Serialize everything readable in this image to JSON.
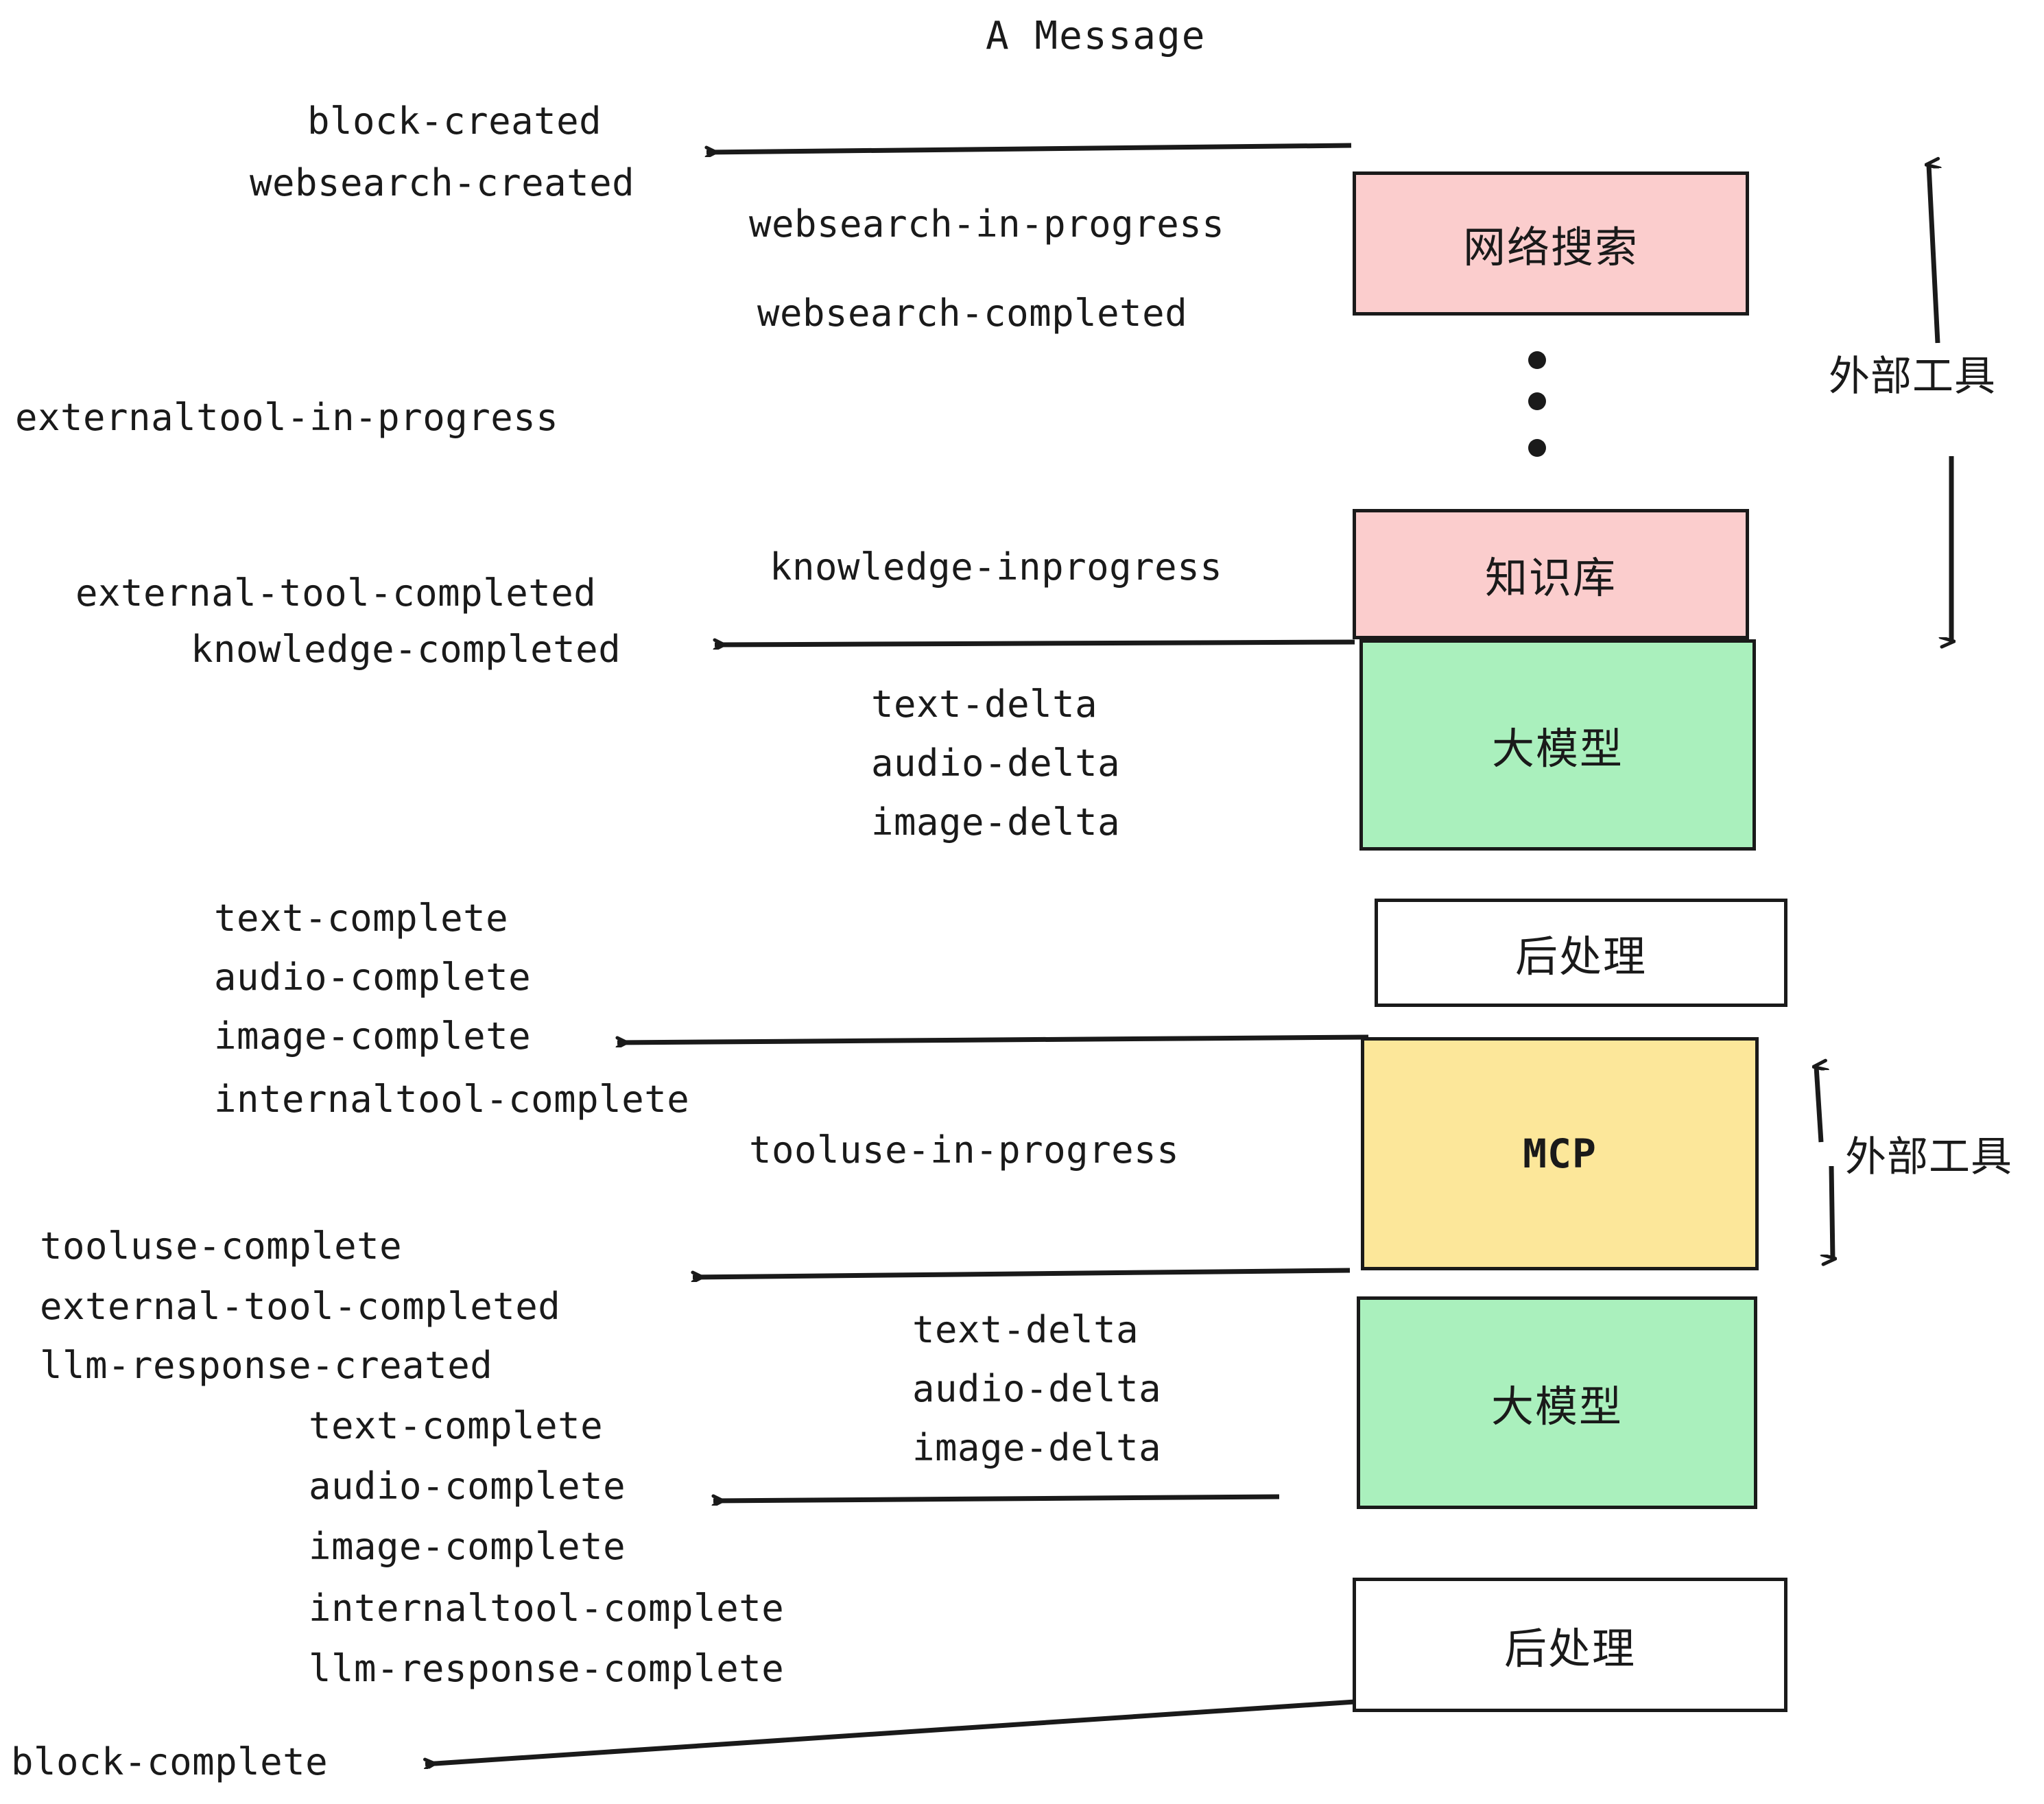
{
  "title": "A Message",
  "colors": {
    "pink": "#fbcdcd",
    "green": "#aaf0bd",
    "yellow": "#fce79a",
    "white": "#ffffff",
    "stroke": "#1a1a1a",
    "text": "#1a1a1a"
  },
  "nodes": [
    {
      "id": "websearch",
      "label": "网络搜索",
      "fill": "pink",
      "mono": false
    },
    {
      "id": "knowledge",
      "label": "知识库",
      "fill": "pink",
      "mono": false
    },
    {
      "id": "llm-top",
      "label": "大模型",
      "fill": "green",
      "mono": false
    },
    {
      "id": "post-top",
      "label": "后处理",
      "fill": "white",
      "mono": false
    },
    {
      "id": "mcp",
      "label": "MCP",
      "fill": "yellow",
      "mono": true
    },
    {
      "id": "llm-bottom",
      "label": "大模型",
      "fill": "green",
      "mono": false
    },
    {
      "id": "post-bottom",
      "label": "后处理",
      "fill": "white",
      "mono": false
    }
  ],
  "side_labels": [
    {
      "id": "external-tool-top",
      "text": "外部工具"
    },
    {
      "id": "external-tool-bottom",
      "text": "外部工具"
    }
  ],
  "events": [
    {
      "id": "block-created",
      "text": "block-created"
    },
    {
      "id": "websearch-created",
      "text": "websearch-created"
    },
    {
      "id": "websearch-in-progress",
      "text": "websearch-in-progress"
    },
    {
      "id": "websearch-completed",
      "text": "websearch-completed"
    },
    {
      "id": "externaltool-in-progress",
      "text": "externaltool-in-progress"
    },
    {
      "id": "knowledge-inprogress",
      "text": "knowledge-inprogress"
    },
    {
      "id": "external-tool-completed-1",
      "text": "external-tool-completed"
    },
    {
      "id": "knowledge-completed",
      "text": "knowledge-completed"
    },
    {
      "id": "text-delta-1",
      "text": "text-delta"
    },
    {
      "id": "audio-delta-1",
      "text": "audio-delta"
    },
    {
      "id": "image-delta-1",
      "text": "image-delta"
    },
    {
      "id": "text-complete-1",
      "text": "text-complete"
    },
    {
      "id": "audio-complete-1",
      "text": "audio-complete"
    },
    {
      "id": "image-complete-1",
      "text": "image-complete"
    },
    {
      "id": "internaltool-complete-1",
      "text": "internaltool-complete"
    },
    {
      "id": "tooluse-in-progress",
      "text": "tooluse-in-progress"
    },
    {
      "id": "tooluse-complete",
      "text": "tooluse-complete"
    },
    {
      "id": "external-tool-completed-2",
      "text": "external-tool-completed"
    },
    {
      "id": "llm-response-created",
      "text": "llm-response-created"
    },
    {
      "id": "text-delta-2",
      "text": "text-delta"
    },
    {
      "id": "audio-delta-2",
      "text": "audio-delta"
    },
    {
      "id": "image-delta-2",
      "text": "image-delta"
    },
    {
      "id": "text-complete-2",
      "text": "text-complete"
    },
    {
      "id": "audio-complete-2",
      "text": "audio-complete"
    },
    {
      "id": "image-complete-2",
      "text": "image-complete"
    },
    {
      "id": "internaltool-complete-2",
      "text": "internaltool-complete"
    },
    {
      "id": "llm-response-complete",
      "text": "llm-response-complete"
    },
    {
      "id": "block-complete",
      "text": "block-complete"
    }
  ],
  "ellipsis_dots": 3
}
